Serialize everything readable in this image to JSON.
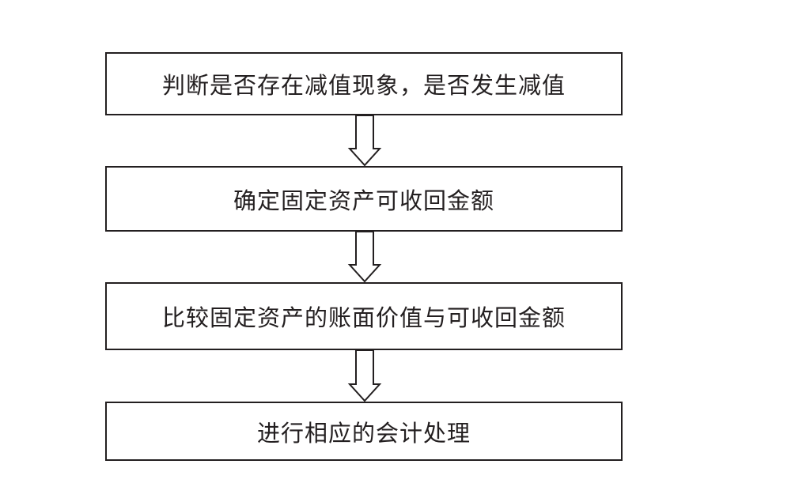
{
  "flowchart": {
    "steps": [
      {
        "label": "判断是否存在减值现象，是否发生减值"
      },
      {
        "label": "确定固定资产可收回金额"
      },
      {
        "label": "比较固定资产的账面价值与可收回金额"
      },
      {
        "label": "进行相应的会计处理"
      }
    ]
  },
  "colors": {
    "stroke": "#231f20",
    "background": "#ffffff"
  }
}
